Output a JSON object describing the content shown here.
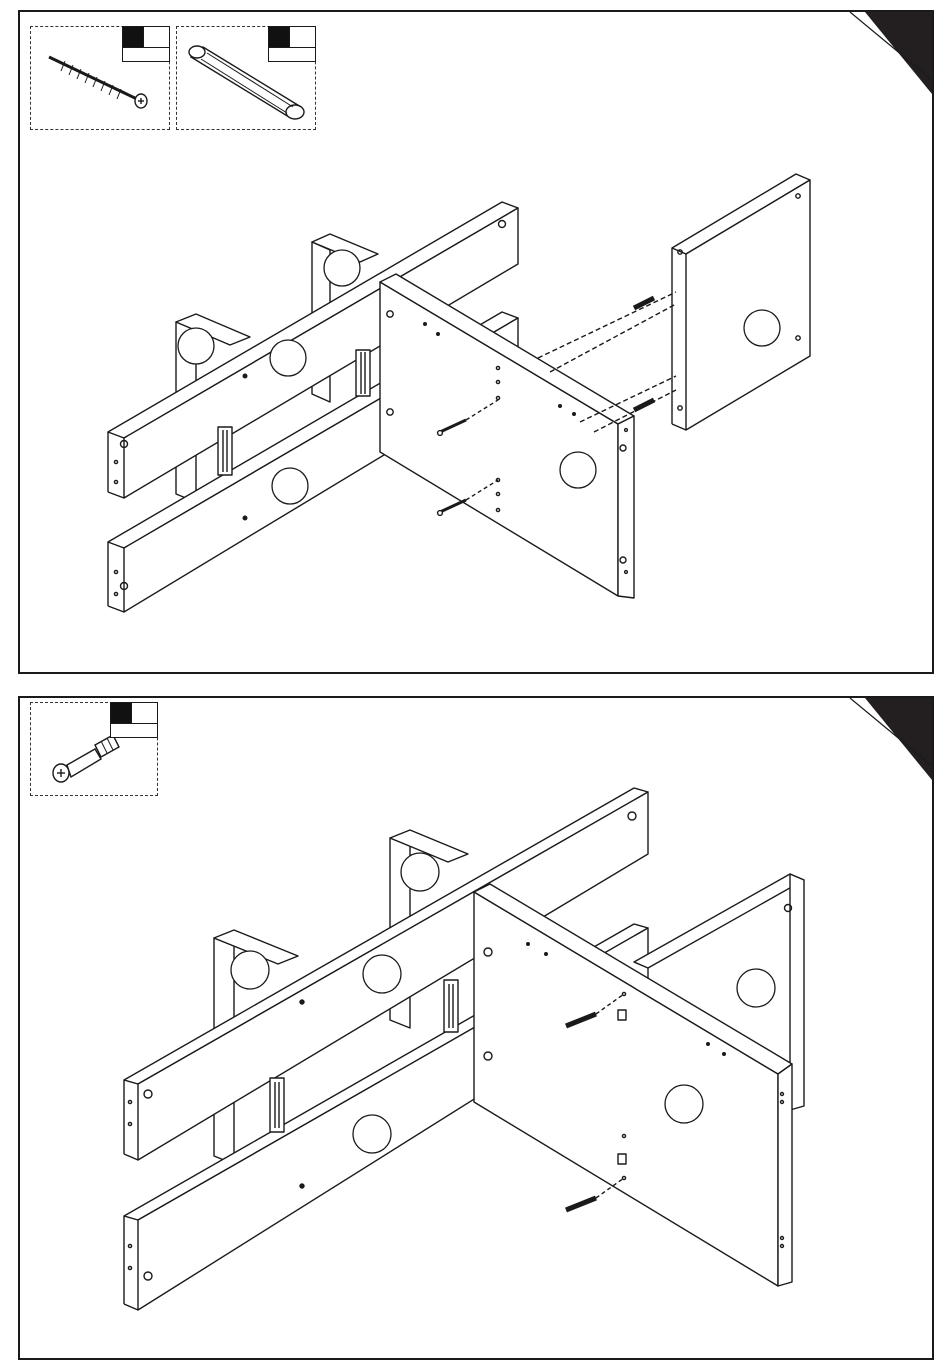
{
  "document": {
    "type": "assembly-instructions",
    "steps": [
      {
        "parts": [
          {
            "icon": "wood-screw-icon"
          },
          {
            "icon": "wooden-dowel-icon"
          }
        ],
        "callouts": 7
      },
      {
        "parts": [
          {
            "icon": "cam-bolt-icon"
          }
        ],
        "callouts": 7
      }
    ],
    "colors": {
      "line": "#1a1a1a",
      "corner": "#231f20",
      "paper": "#ffffff"
    }
  }
}
